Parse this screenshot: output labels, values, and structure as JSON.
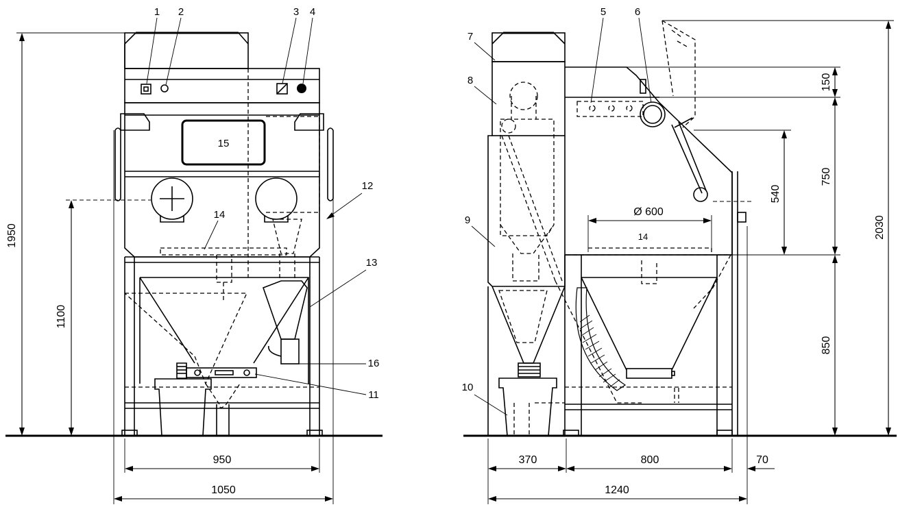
{
  "callouts": [
    "1",
    "2",
    "3",
    "4",
    "5",
    "6",
    "7",
    "8",
    "9",
    "10",
    "11",
    "12",
    "13",
    "14",
    "15",
    "16"
  ],
  "callout_14_side": "14",
  "dimensions": {
    "front_height_total": "1950",
    "front_height_window": "1100",
    "front_width_inner": "950",
    "front_width_outer": "1050",
    "side_height_total": "2030",
    "side_height_lid": "150",
    "side_height_cabin": "750",
    "side_height_door": "540",
    "side_height_table": "850",
    "side_diameter": "Ø 600",
    "side_width_cyclone": "370",
    "side_width_cabin": "800",
    "side_width_handle": "70",
    "side_width_total": "1240"
  }
}
